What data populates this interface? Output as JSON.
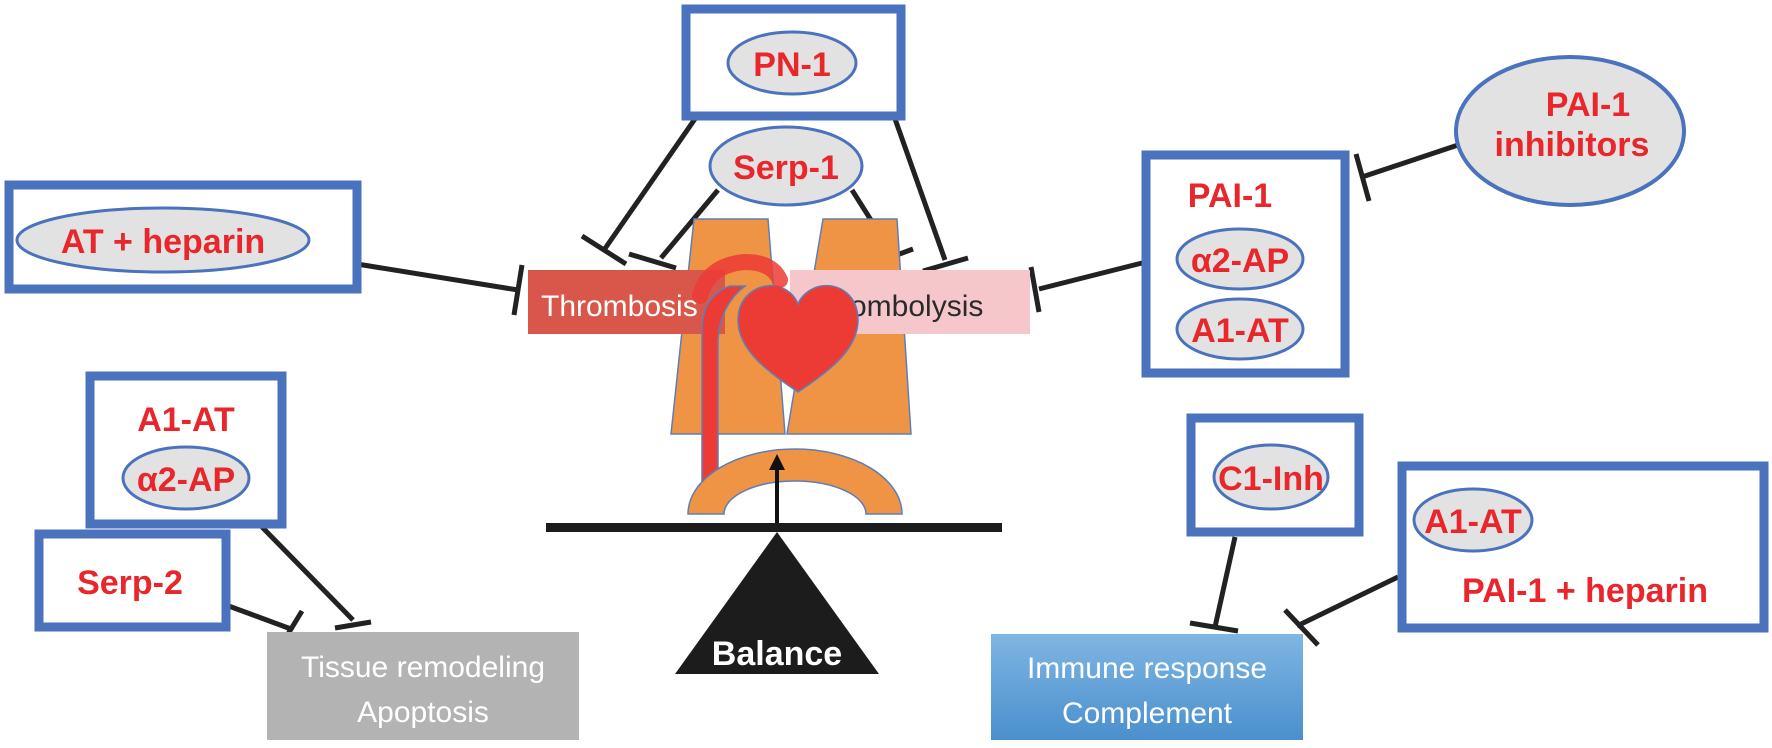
{
  "colors": {
    "box_border": "#4a72bd",
    "ellipse_fill": "#e2e2e2",
    "label_red": "#e8262c",
    "inhibitor_line": "#222222",
    "thrombosis_fill": "#d9574a",
    "thrombolysis_fill": "#f6c7ca",
    "clot_shape": "#ef9445",
    "heart": "#ec3b35",
    "tissue_box": "#b3b3b3",
    "immune_box": "#5a9fd6",
    "fulcrum": "#1c1c1c"
  },
  "icons": [
    "heart-icon",
    "balance-scale-icon",
    "blood-vessel-icon"
  ],
  "serpins": {
    "pn1": "PN-1",
    "serp1": "Serp-1",
    "at_heparin": "AT + heparin",
    "pai1_inhibitors_line1": "PAI-1",
    "pai1_inhibitors_line2": "inhibitors",
    "pai1": "PAI-1",
    "a2ap_right": "α2-AP",
    "a1at_right": "A1-AT",
    "a1at_left": "A1-AT",
    "a2ap_left": "α2-AP",
    "serp2": "Serp-2",
    "c1inh": "C1-Inh",
    "a1at_bottom_right": "A1-AT",
    "pai1_heparin": "PAI-1 + heparin"
  },
  "processes": {
    "thrombosis": "Thrombosis",
    "thrombolysis": "Thrombolysis",
    "tissue_line1": "Tissue remodeling",
    "tissue_line2": "Apoptosis",
    "immune_line1": "Immune response",
    "immune_line2": "Complement"
  },
  "balance": {
    "label": "Balance"
  }
}
